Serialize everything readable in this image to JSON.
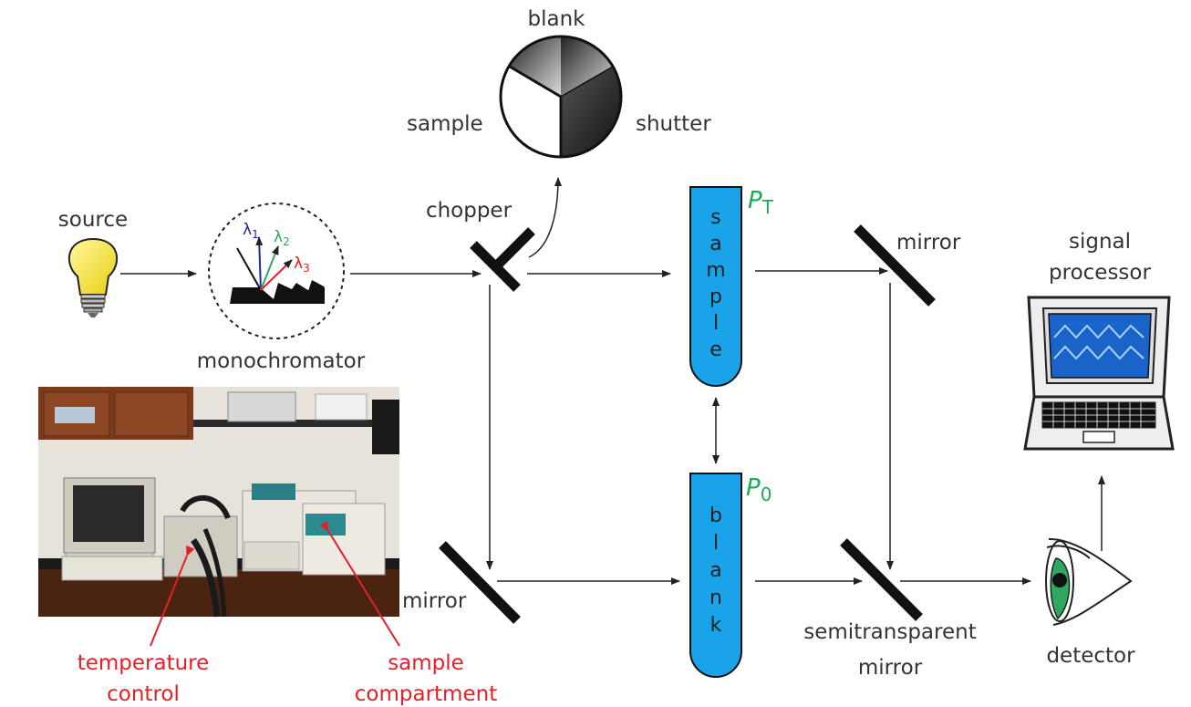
{
  "labels": {
    "blank_top": "blank",
    "sample_wheel": "sample",
    "shutter": "shutter",
    "chopper": "chopper",
    "source": "source",
    "monochromator": "monochromator",
    "mirror_top": "mirror",
    "mirror_bottom": "mirror",
    "signal_processor_line1": "signal",
    "signal_processor_line2": "processor",
    "semitransparent_line1": "semitransparent",
    "semitransparent_line2": "mirror",
    "detector": "detector",
    "pt_symbol": "P",
    "pt_sub": "T",
    "p0_symbol": "P",
    "p0_sub": "0",
    "temperature_line1": "temperature",
    "temperature_line2": "control",
    "compartment_line1": "sample",
    "compartment_line2": "compartment"
  },
  "tubes": {
    "sample_letters": [
      "s",
      "a",
      "m",
      "p",
      "l",
      "e"
    ],
    "blank_letters": [
      "b",
      "l",
      "a",
      "n",
      "k"
    ]
  },
  "wavelengths": {
    "l1": "λ",
    "l1_sub": "1",
    "l2": "λ",
    "l2_sub": "2",
    "l3": "λ",
    "l3_sub": "3"
  },
  "colors": {
    "tube": "#1aa3e8",
    "bulb": "#f5e62a",
    "annotation": "#e3202a",
    "power_label": "#22aa55",
    "screen": "#1a63c9"
  }
}
